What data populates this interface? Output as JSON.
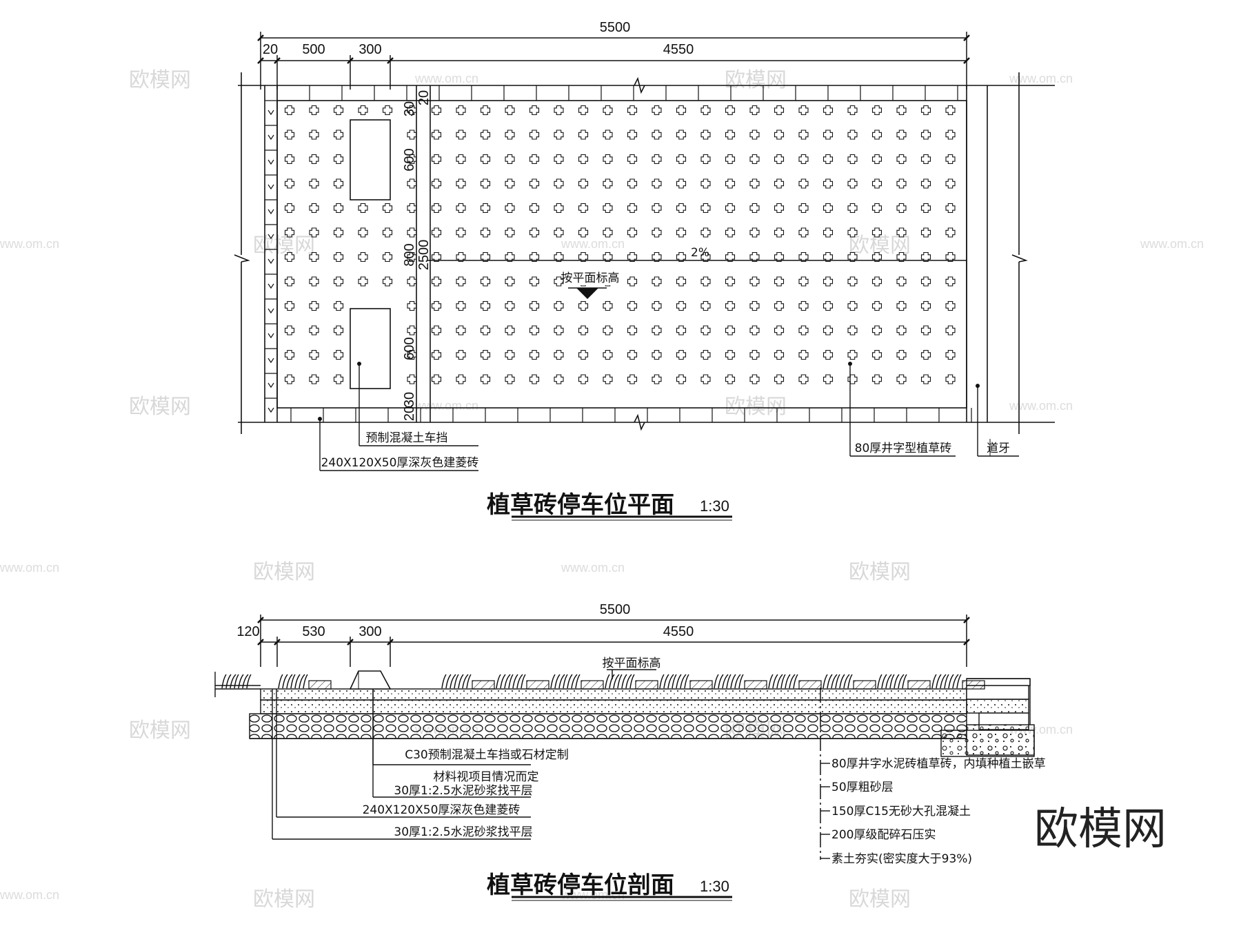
{
  "plan": {
    "dims_top": {
      "total": "5500",
      "a": "20",
      "b": "500",
      "c": "300",
      "d": "4550"
    },
    "dims_side": {
      "d20": "20",
      "d30": "30",
      "d600a": "600",
      "d800": "800",
      "d2500": "2500",
      "d600b": "600",
      "d30b": "30",
      "d20b": "20"
    },
    "elevation_label": "按平面标高",
    "slope_label": "2%",
    "labels": {
      "car_stop": "预制混凝土车挡",
      "paver": "240X120X50厚深灰色建菱砖",
      "grass_brick": "80厚井字型植草砖",
      "curb": "道牙"
    },
    "title": "植草砖停车位平面",
    "scale": "1:30"
  },
  "section": {
    "dims_top": {
      "total": "5500",
      "a": "120",
      "b": "530",
      "c": "300",
      "d": "4550"
    },
    "elevation_label": "按平面标高",
    "left_labels": {
      "l1": "C30预制混凝土车挡或石材定制",
      "l2": "材料视项目情况而定",
      "l3": "30厚1:2.5水泥砂浆找平层",
      "l4": "240X120X50厚深灰色建菱砖",
      "l5": "30厚1:2.5水泥砂浆找平层"
    },
    "right_labels": {
      "r1": "80厚井字水泥砖植草砖，内填种植土嵌草",
      "r2": "50厚粗砂层",
      "r3": "150厚C15无砂大孔混凝土",
      "r4": "200厚级配碎石压实",
      "r5": "素土夯实(密实度大于93%)"
    },
    "title": "植草砖停车位剖面",
    "scale": "1:30"
  },
  "watermark": {
    "brand": "欧模网",
    "url": "www.om.cn"
  }
}
